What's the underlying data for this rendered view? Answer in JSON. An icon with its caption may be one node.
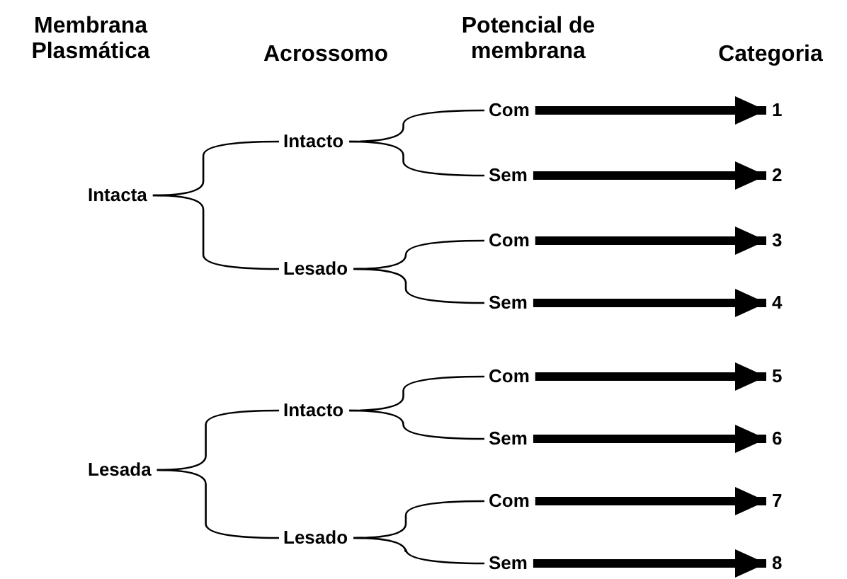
{
  "diagram": {
    "nodes": [
      {
        "text": [
          "Intacta"
        ]
      },
      {
        "text": [
          "Intacto"
        ]
      },
      {
        "text": [
          "Com"
        ]
      },
      {
        "text": [
          "1"
        ]
      },
      {
        "text": [
          "Sem"
        ]
      },
      {
        "text": [
          "2"
        ]
      },
      {
        "text": [
          "Lesado"
        ]
      },
      {
        "text": [
          "Com"
        ]
      },
      {
        "text": [
          "3"
        ]
      },
      {
        "text": [
          "Sem"
        ]
      },
      {
        "text": [
          "4"
        ]
      },
      {
        "text": [
          "Lesada"
        ]
      },
      {
        "text": [
          "Intacto"
        ]
      },
      {
        "text": [
          "Com"
        ]
      },
      {
        "text": [
          "5"
        ]
      },
      {
        "text": [
          "Sem"
        ]
      },
      {
        "text": [
          "6"
        ]
      },
      {
        "text": [
          "Lesado"
        ]
      },
      {
        "text": [
          "Com"
        ]
      },
      {
        "text": [
          "7"
        ]
      },
      {
        "text": [
          "Sem"
        ]
      },
      {
        "text": [
          "8"
        ]
      }
    ],
    "edges": [
      {
        "from": 0,
        "to": 1,
        "arrow": "none"
      },
      {
        "from": 0,
        "to": 6,
        "arrow": "none"
      },
      {
        "from": 1,
        "to": 2,
        "arrow": "none"
      },
      {
        "from": 1,
        "to": 4,
        "arrow": "none"
      },
      {
        "from": 6,
        "to": 7,
        "arrow": "none"
      },
      {
        "from": 6,
        "to": 9,
        "arrow": "none"
      },
      {
        "from": 11,
        "to": 12,
        "arrow": "none"
      },
      {
        "from": 11,
        "to": 17,
        "arrow": "none"
      },
      {
        "from": 12,
        "to": 13,
        "arrow": "none"
      },
      {
        "from": 12,
        "to": 15,
        "arrow": "none"
      },
      {
        "from": 17,
        "to": 18,
        "arrow": "none"
      },
      {
        "from": 17,
        "to": 20,
        "arrow": "none"
      },
      {
        "from": 2,
        "to": 3,
        "arrow": "to",
        "style": "thick"
      },
      {
        "from": 4,
        "to": 5,
        "arrow": "to",
        "style": "thick"
      },
      {
        "from": 7,
        "to": 8,
        "arrow": "to",
        "style": "thick"
      },
      {
        "from": 9,
        "to": 10,
        "arrow": "to",
        "style": "thick"
      },
      {
        "from": 13,
        "to": 14,
        "arrow": "to",
        "style": "thick"
      },
      {
        "from": 15,
        "to": 16,
        "arrow": "to",
        "style": "thick"
      },
      {
        "from": 18,
        "to": 19,
        "arrow": "to",
        "style": "thick"
      },
      {
        "from": 20,
        "to": 21,
        "arrow": "to",
        "style": "thick"
      }
    ],
    "labels": [
      "Membrana Plasmática",
      "Acrossomo",
      "Potencial de membrana",
      "Categoria"
    ]
  }
}
